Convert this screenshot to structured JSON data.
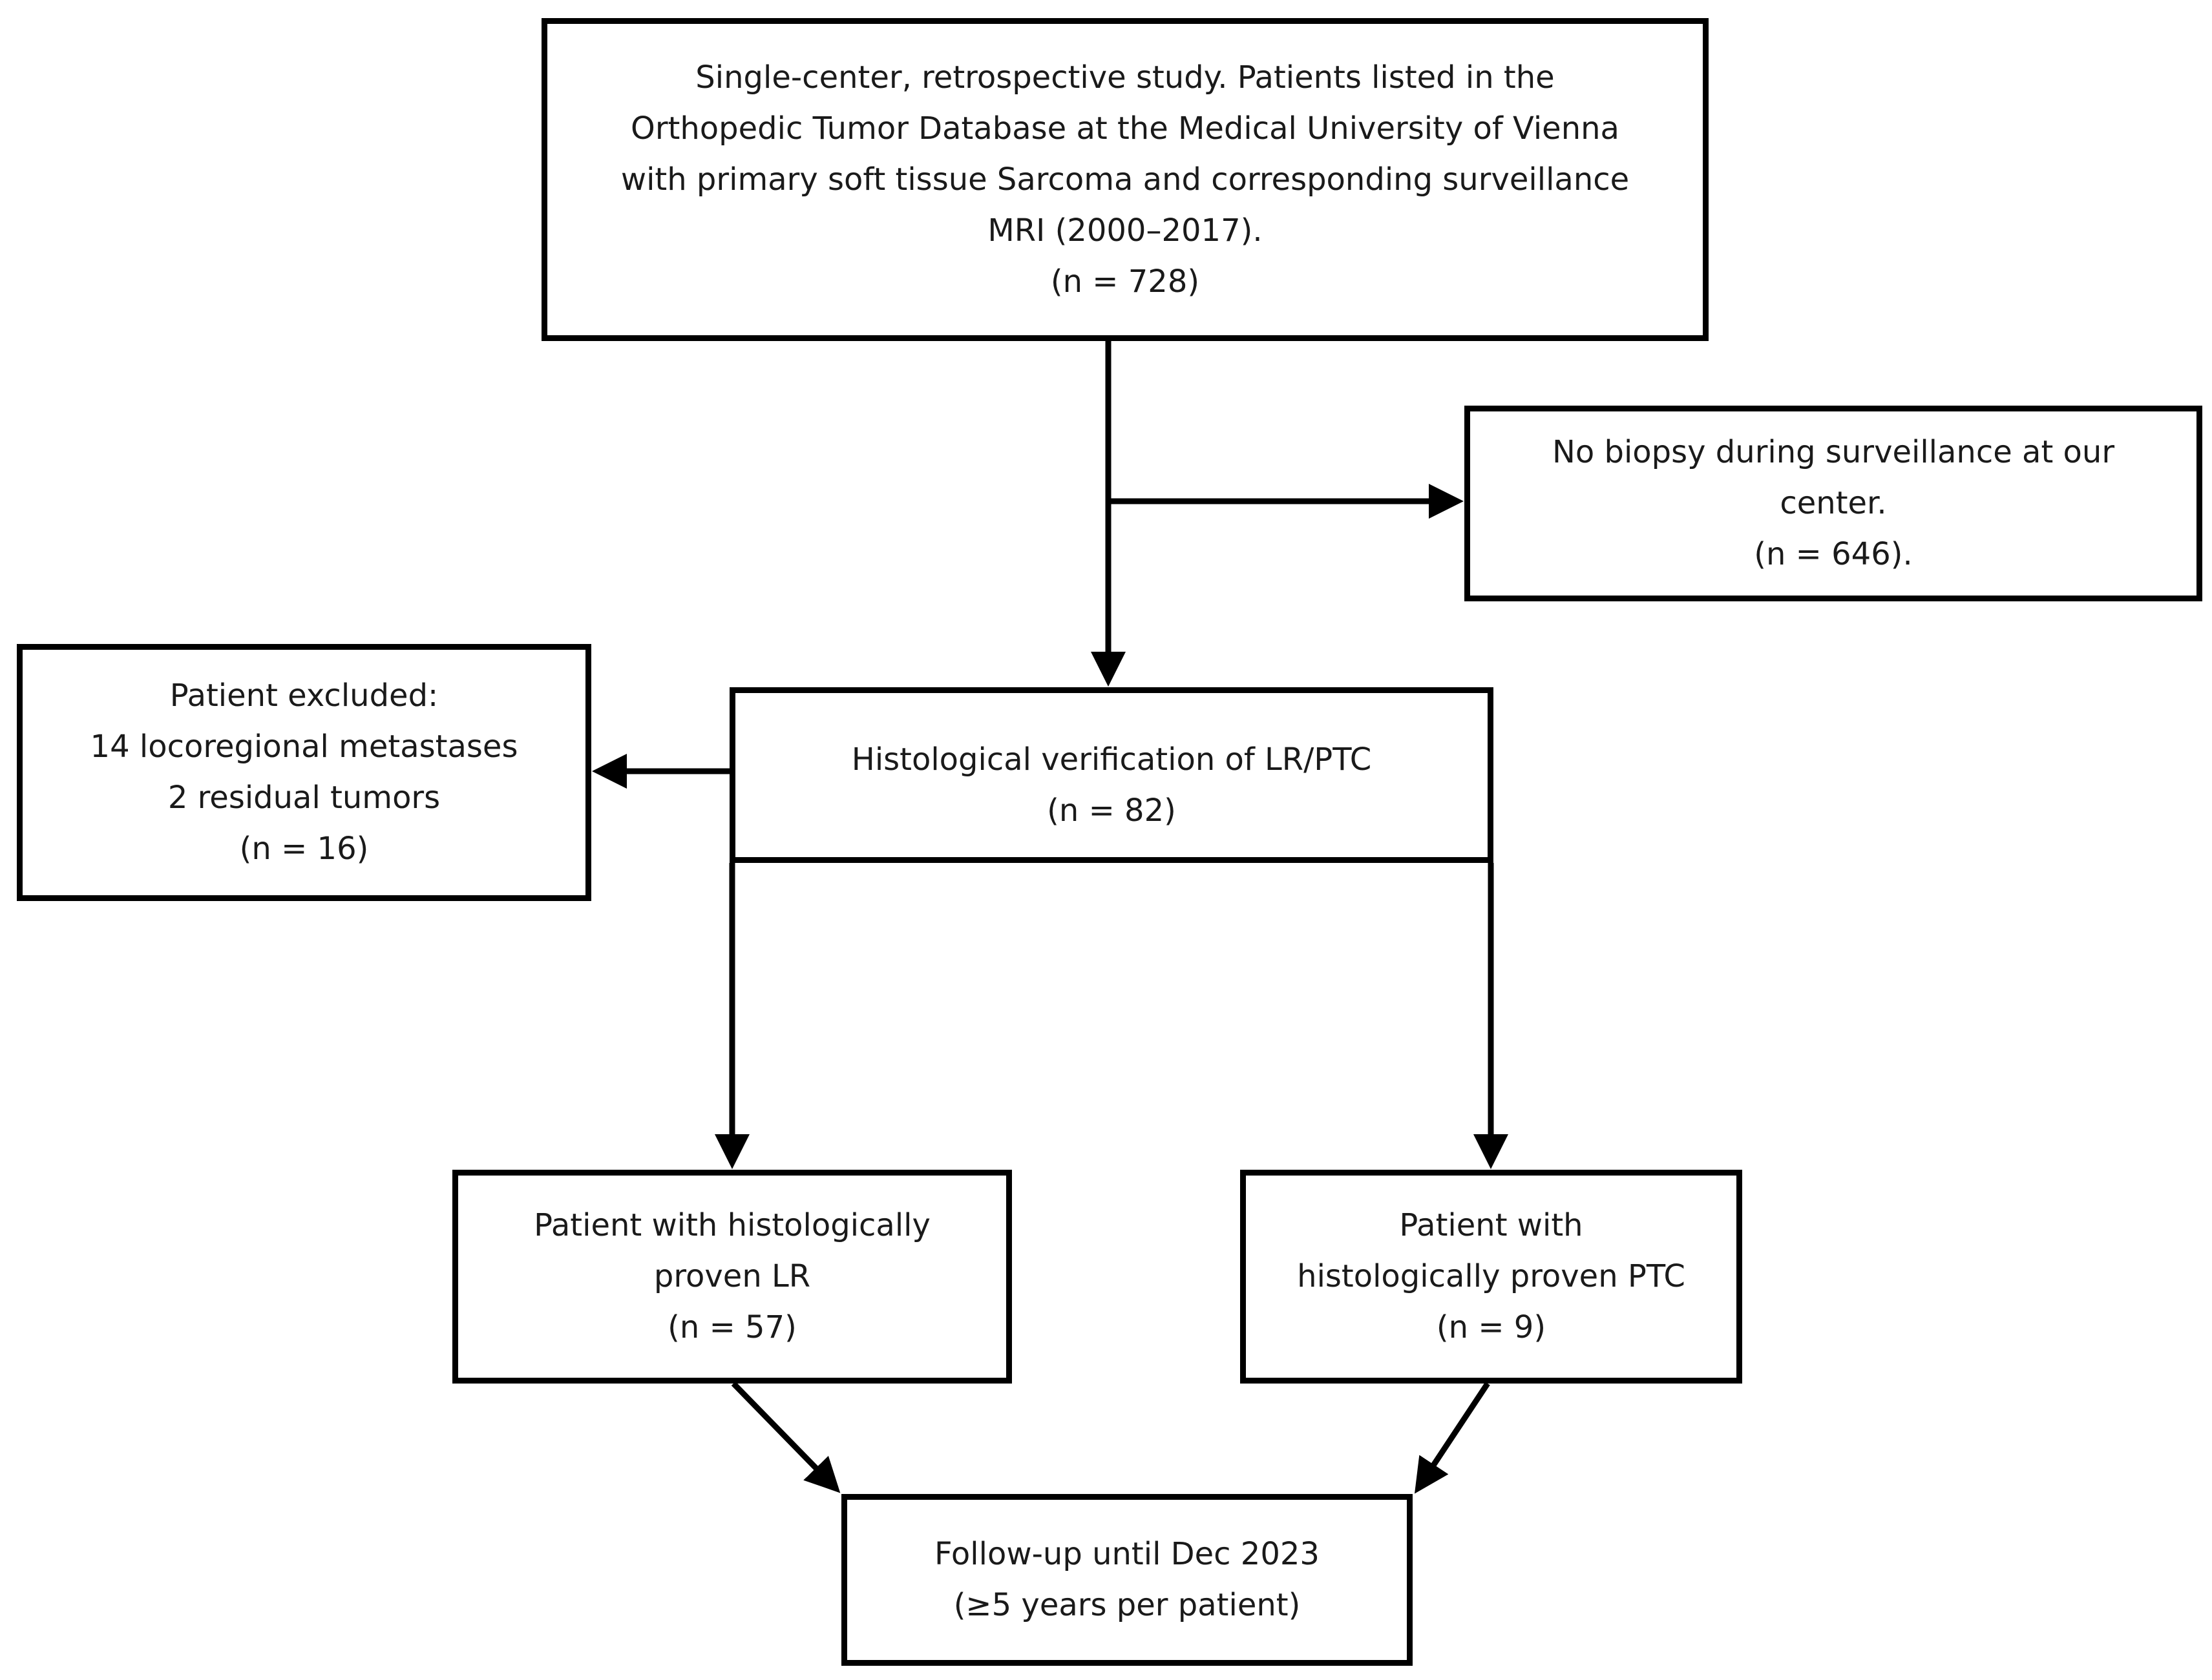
{
  "boxes": {
    "start": {
      "lines": [
        "Single-center, retrospective study. Patients listed in the",
        "Orthopedic Tumor Database at the Medical University of Vienna",
        "with primary soft tissue Sarcoma and corresponding surveillance",
        "MRI (2000–2017).",
        "(n = 728)"
      ]
    },
    "no_biopsy": {
      "lines": [
        "No biopsy during surveillance at our",
        "center.",
        "(n = 646)."
      ]
    },
    "excluded": {
      "lines": [
        "Patient excluded:",
        "14 locoregional metastases",
        "2 residual tumors",
        "(n = 16)"
      ]
    },
    "histological": {
      "lines": [
        "Histological verification of LR/PTC",
        "(n = 82)"
      ]
    },
    "proven_lr": {
      "lines": [
        "Patient with histologically",
        "proven LR",
        "(n = 57)"
      ]
    },
    "proven_ptc": {
      "lines": [
        "Patient with",
        "histologically proven PTC",
        "(n = 9)"
      ]
    },
    "followup": {
      "lines": [
        "Follow-up until Dec 2023",
        "(≥5 years per patient)"
      ]
    }
  },
  "colors": {
    "border": "#000000",
    "text": "#1a1a1a",
    "background": "#ffffff"
  }
}
